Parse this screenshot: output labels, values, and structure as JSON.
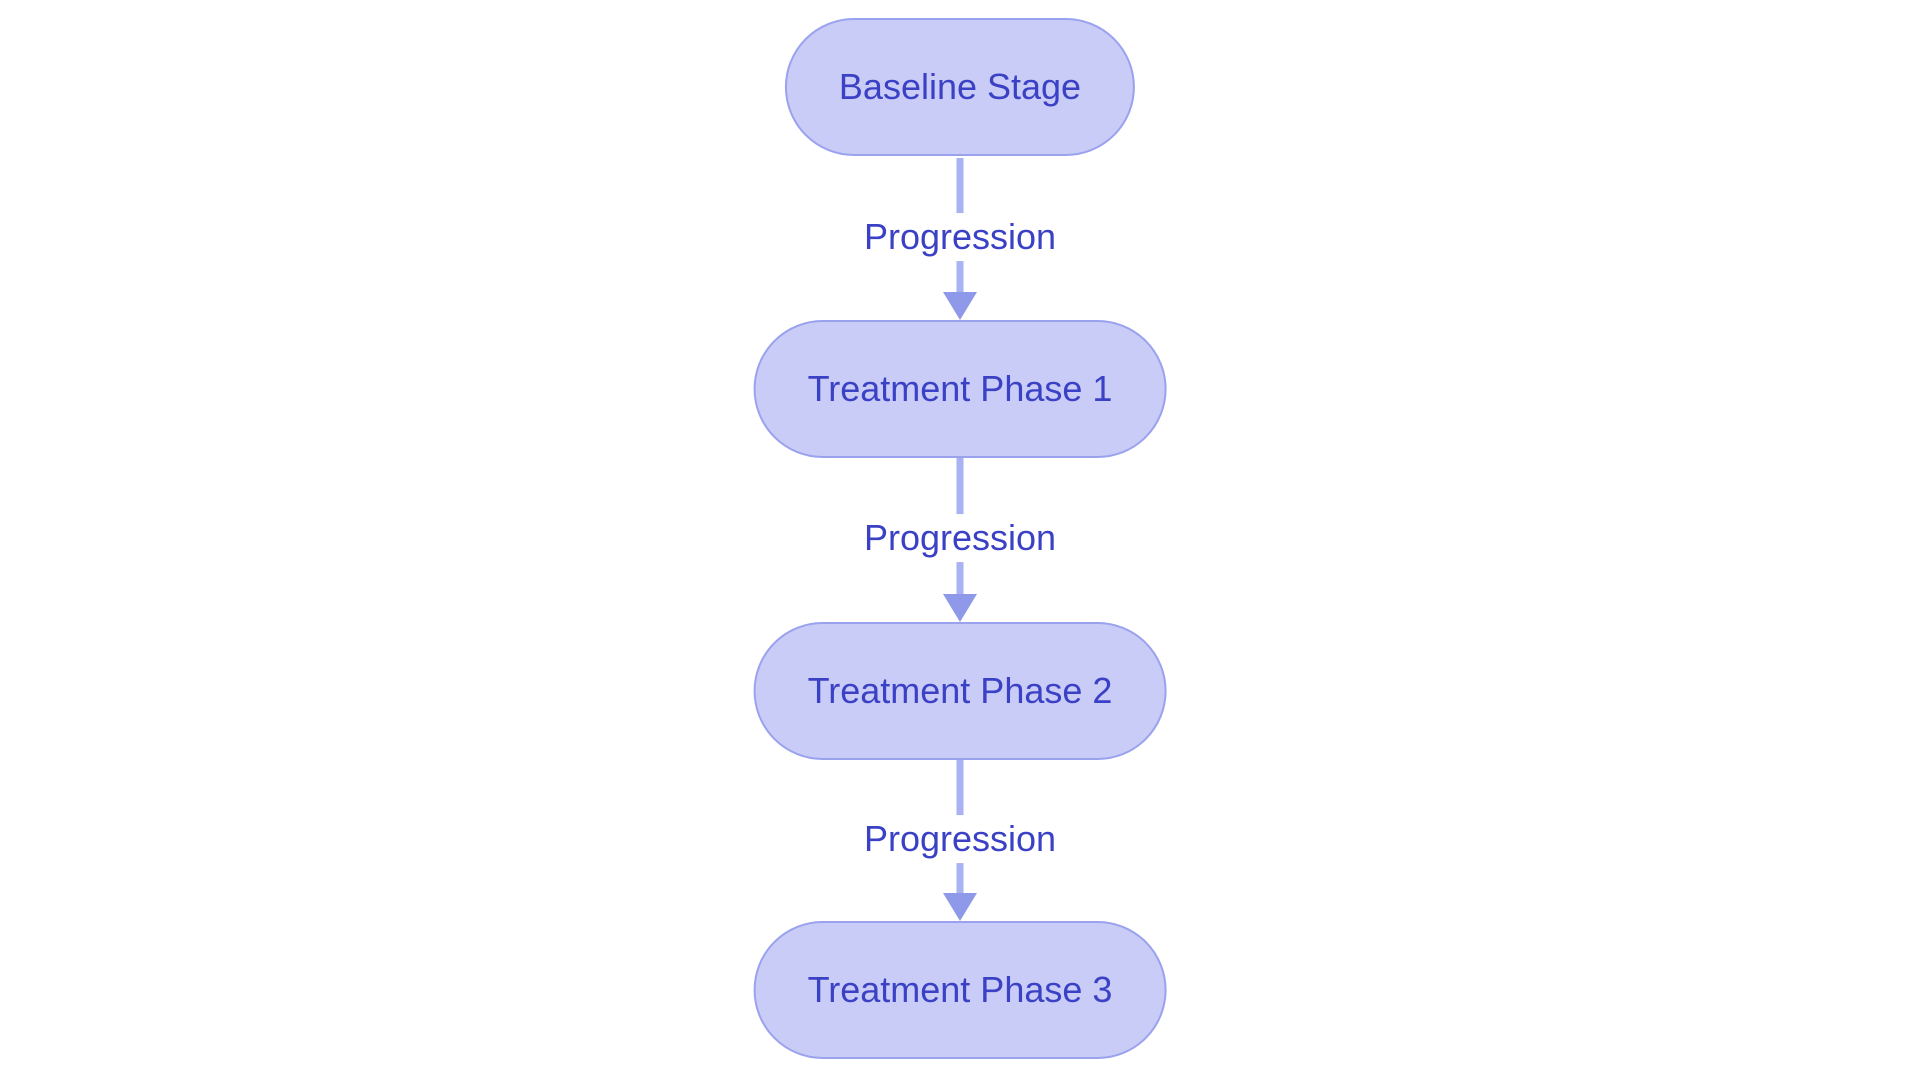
{
  "diagram": {
    "type": "flowchart",
    "direction": "top-down",
    "nodes": [
      {
        "id": "baseline-stage",
        "label": "Baseline Stage"
      },
      {
        "id": "treatment-phase-1",
        "label": "Treatment Phase 1"
      },
      {
        "id": "treatment-phase-2",
        "label": "Treatment Phase 2"
      },
      {
        "id": "treatment-phase-3",
        "label": "Treatment Phase 3"
      }
    ],
    "edges": [
      {
        "from": "baseline-stage",
        "to": "treatment-phase-1",
        "label": "Progression"
      },
      {
        "from": "treatment-phase-1",
        "to": "treatment-phase-2",
        "label": "Progression"
      },
      {
        "from": "treatment-phase-2",
        "to": "treatment-phase-3",
        "label": "Progression"
      }
    ]
  },
  "colors": {
    "node_fill": "#c9ccf6",
    "node_border": "#9aa2ee",
    "node_text": "#3b41c5",
    "edge_line": "#a9b2f2",
    "arrowhead": "#8e99e9",
    "label_text": "#3b41c5",
    "background": "#ffffff"
  }
}
